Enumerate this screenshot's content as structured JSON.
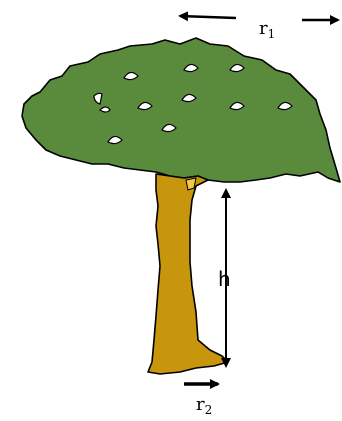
{
  "labels": {
    "r1_main": "r",
    "r1_sub": "1",
    "r2_main": "r",
    "r2_sub": "2",
    "h": "h"
  },
  "colors": {
    "canopy": "#5a8a3c",
    "trunk": "#c8960c",
    "trunk_highlight": "#f2c94c",
    "outline": "#000000",
    "background": "#ffffff"
  }
}
